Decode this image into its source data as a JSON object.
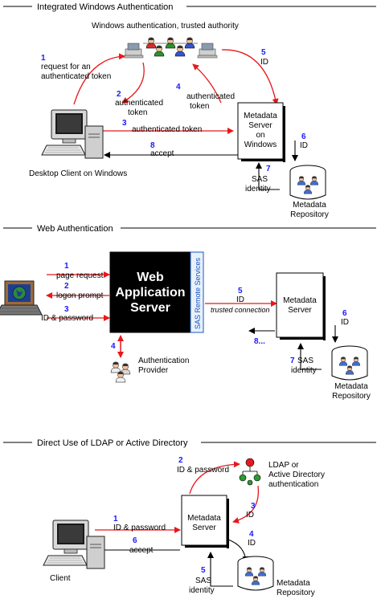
{
  "colors": {
    "arrow_request": "#e8171b",
    "arrow_response": "#000000",
    "step_number": "#1a1aff",
    "server_box": "#000000"
  },
  "section1": {
    "title": "Integrated Windows Authentication",
    "authority_label": "Windows authentication, trusted authority",
    "server_box": [
      "Metadata",
      "Server",
      "on",
      "Windows"
    ],
    "client_label": "Desktop Client on Windows",
    "repo_label": [
      "Metadata",
      "Repository"
    ],
    "steps": [
      {
        "num": "1",
        "text": [
          "request for an",
          "authenticated token"
        ]
      },
      {
        "num": "2",
        "text": [
          "authenticated",
          "token"
        ]
      },
      {
        "num": "3",
        "text": [
          "authenticated token"
        ]
      },
      {
        "num": "4",
        "text": [
          "authenticated",
          "token"
        ]
      },
      {
        "num": "5",
        "text": [
          "ID"
        ]
      },
      {
        "num": "6",
        "text": [
          "ID"
        ]
      },
      {
        "num": "7",
        "text": [
          "SAS",
          "identity"
        ]
      },
      {
        "num": "8",
        "text": [
          "accept"
        ]
      }
    ]
  },
  "section2": {
    "title": "Web Authentication",
    "web_server": [
      "Web",
      "Application",
      "Server"
    ],
    "remote_services": "SAS Remote Services",
    "server_box": [
      "Metadata",
      "Server"
    ],
    "auth_provider": [
      "Authentication",
      "Provider"
    ],
    "repo_label": [
      "Metadata",
      "Repository"
    ],
    "trusted": "trusted connection",
    "steps": [
      {
        "num": "1",
        "text": [
          "page request"
        ]
      },
      {
        "num": "2",
        "text": [
          "logon prompt"
        ]
      },
      {
        "num": "3",
        "text": [
          "ID & password"
        ]
      },
      {
        "num": "4",
        "text": []
      },
      {
        "num": "5",
        "text": [
          "ID"
        ]
      },
      {
        "num": "6",
        "text": [
          "ID"
        ]
      },
      {
        "num": "7",
        "text": [
          "SAS",
          "identity"
        ]
      },
      {
        "num": "8...",
        "text": []
      }
    ]
  },
  "section3": {
    "title": "Direct Use of LDAP or Active Directory",
    "ldap_label": [
      "LDAP or",
      "Active Directory",
      "authentication"
    ],
    "server_box": [
      "Metadata",
      "Server"
    ],
    "client_label": "Client",
    "repo_label": [
      "Metadata",
      "Repository"
    ],
    "steps": [
      {
        "num": "1",
        "text": [
          "ID & password"
        ]
      },
      {
        "num": "2",
        "text": [
          "ID & password"
        ]
      },
      {
        "num": "3",
        "text": [
          "ID"
        ]
      },
      {
        "num": "4",
        "text": [
          "ID"
        ]
      },
      {
        "num": "5",
        "text": [
          "SAS",
          "identity"
        ]
      },
      {
        "num": "6",
        "text": [
          "accept"
        ]
      }
    ]
  }
}
